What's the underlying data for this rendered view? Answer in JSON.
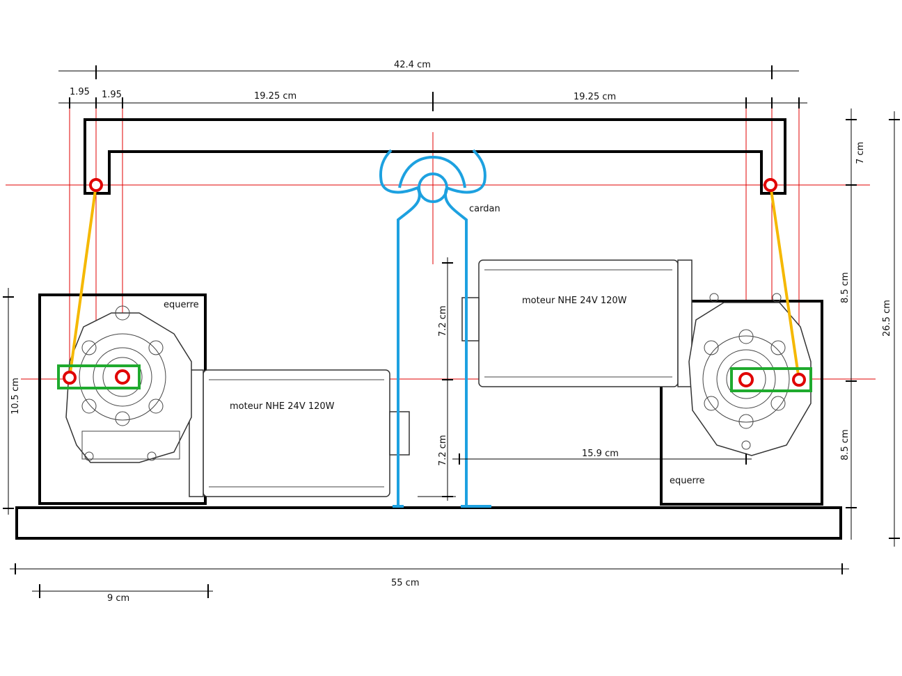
{
  "dimensions": {
    "total_top": "42.4 cm",
    "offset_left_a": "1.95",
    "offset_left_b": "1.95",
    "span_left": "19.25 cm",
    "span_right": "19.25 cm",
    "height_top": "7 cm",
    "height_mid": "8.5 cm",
    "height_low": "8.5 cm",
    "height_total": "26.5 cm",
    "left_bracket_height": "10.5 cm",
    "motor_upper_gap": "7.2 cm",
    "motor_lower_gap": "7.2 cm",
    "motor_offset": "15.9 cm",
    "base_width": "55 cm",
    "bracket_width": "9 cm"
  },
  "labels": {
    "cardan": "cardan",
    "motor_left": "moteur NHE 24V 120W",
    "motor_right": "moteur NHE 24V 120W",
    "bracket_left": "equerre",
    "bracket_right": "equerre"
  },
  "colors": {
    "frame": "#000000",
    "reference_lines": "#e00000",
    "cardan": "#1da1e0",
    "linkage": "#f5b800",
    "crank": "#1faa2e"
  }
}
